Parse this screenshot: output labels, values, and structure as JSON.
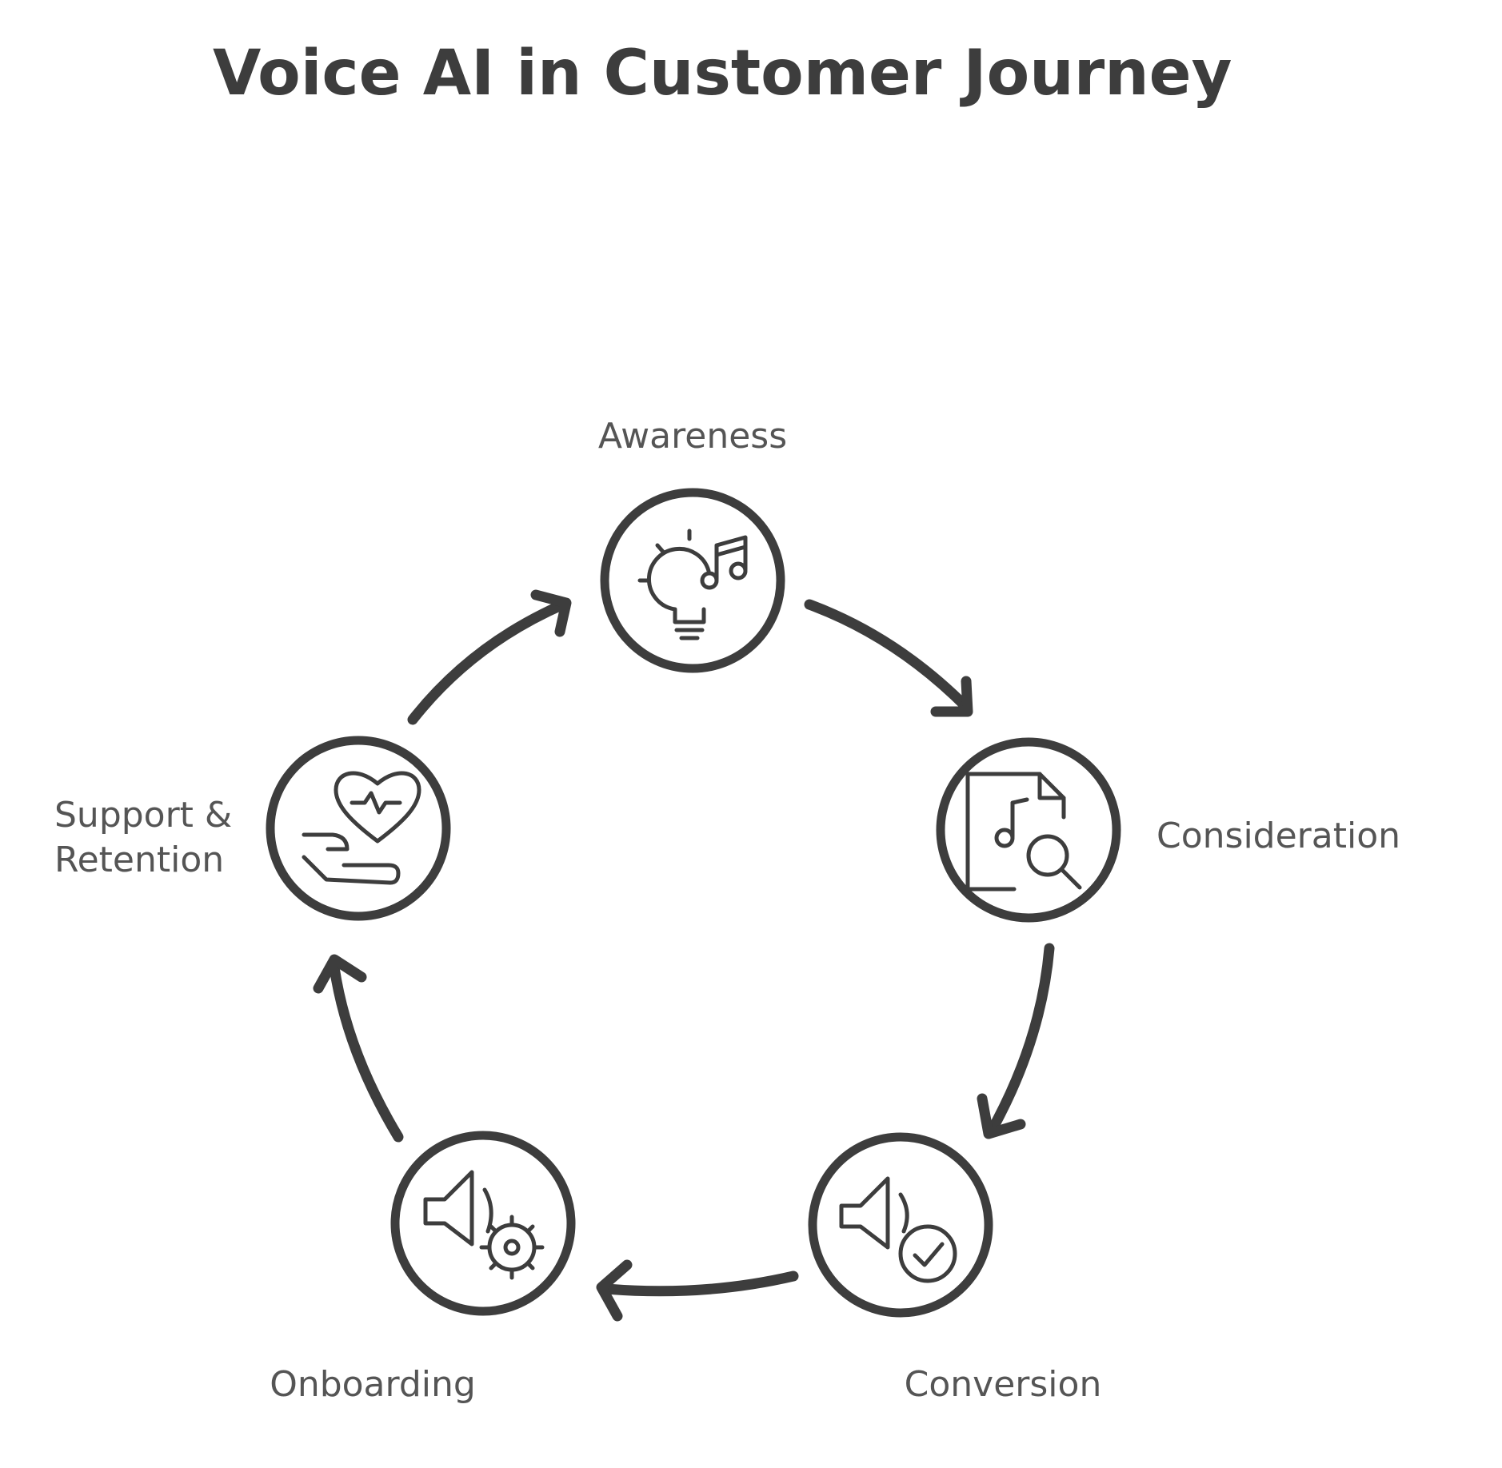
{
  "diagram": {
    "title": "Voice AI in Customer Journey",
    "stages": [
      {
        "label": "Awareness",
        "icon": "lightbulb-music-note-icon"
      },
      {
        "label": "Consideration",
        "icon": "music-document-search-icon"
      },
      {
        "label": "Conversion",
        "icon": "speaker-checkmark-icon"
      },
      {
        "label": "Onboarding",
        "icon": "speaker-gear-icon"
      },
      {
        "label": "Support &",
        "label2": "Retention",
        "icon": "hand-heart-pulse-icon"
      }
    ],
    "colors": {
      "stroke": "#3d3d3d",
      "label": "#555555",
      "background": "#ffffff"
    }
  }
}
